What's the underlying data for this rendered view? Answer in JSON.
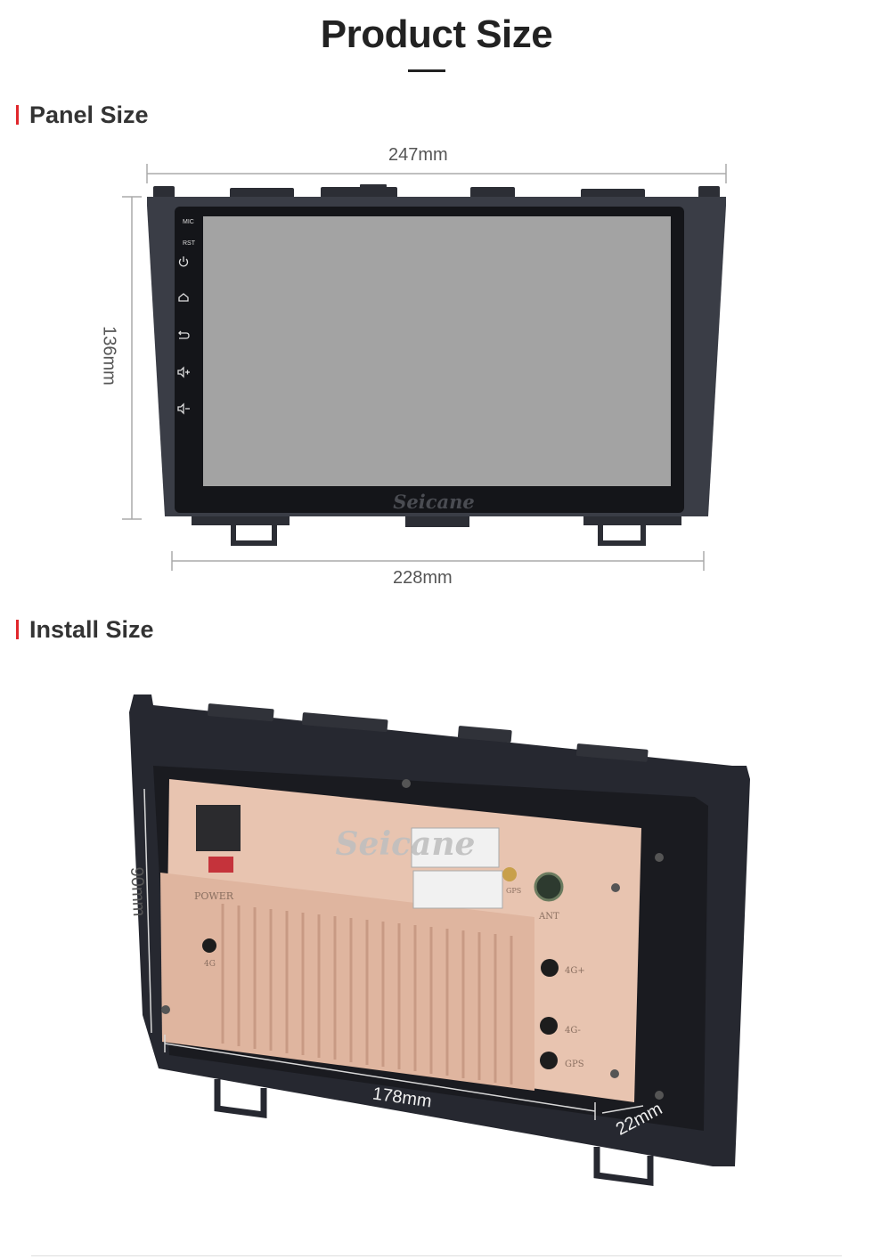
{
  "header": {
    "title": "Product Size"
  },
  "panel_section": {
    "heading": "Panel Size",
    "width_top": "247mm",
    "height_left": "136mm",
    "width_bottom": "228mm",
    "brand": "Seicane",
    "side_buttons": [
      "MIC",
      "RST"
    ],
    "side_icons": [
      "power-icon",
      "home-icon",
      "back-icon",
      "volume-up-icon",
      "volume-down-icon"
    ]
  },
  "install_section": {
    "heading": "Install Size",
    "height_left": "90mm",
    "width_bottom": "178mm",
    "depth": "22mm",
    "brand": "Seicane",
    "port_labels": {
      "power": "POWER",
      "gps_top": "GPS",
      "ant": "ANT",
      "fourg_plus": "4G+",
      "fourg_minus": "4G-",
      "gps_bottom": "GPS",
      "fourg_side": "4G"
    }
  },
  "colors": {
    "accent": "#e0262b",
    "screen": "#a3a3a3",
    "bezel": "#1a1c22",
    "frame": "#3a3d46",
    "body": "#e8c4b0"
  }
}
